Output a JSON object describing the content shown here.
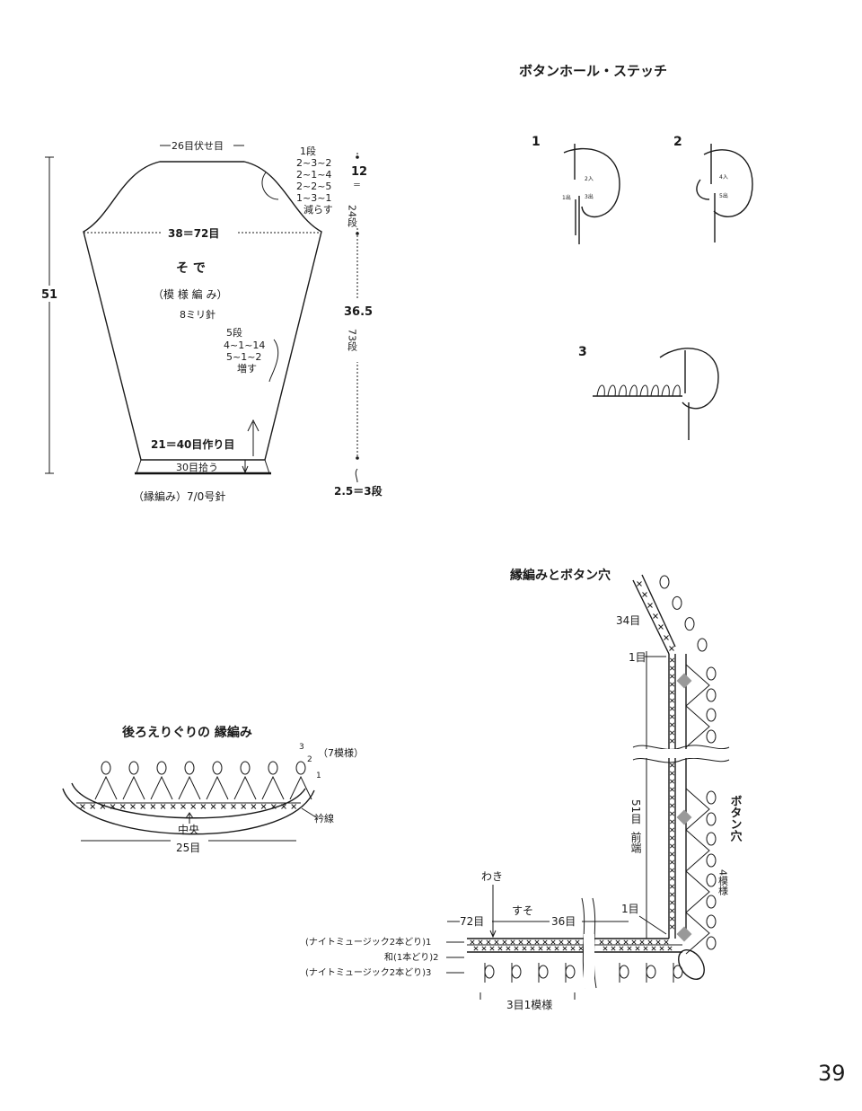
{
  "buttonhole": {
    "title": "ボタンホール・ステッチ",
    "steps": [
      "1",
      "2",
      "3"
    ],
    "s1_in": "2入",
    "s1_out1": "1出",
    "s1_out3": "3出",
    "s2_in": "4入",
    "s2_out": "5出"
  },
  "sleeve": {
    "top_bind": "26目伏せ目",
    "decrease": [
      "1段",
      "2~3~2",
      "2~1~4",
      "2~2~5",
      "1~3~1"
    ],
    "decrease_note": "減らす",
    "width": "38＝72目",
    "name": "そ で",
    "pattern": "（模 様 編 み）",
    "needle": "8ミリ針",
    "increase": [
      "5段",
      "4~1~14",
      "5~1~2"
    ],
    "increase_note": "増す",
    "cast_on": "21＝40目作り目",
    "pick_up": "30目拾う",
    "edging": "（縁編み）7/0号針",
    "height_total": "51",
    "cap_cm": "12",
    "cap_rows": "24段",
    "body_cm": "36.5",
    "body_rows": "73段",
    "edge_label": "2.5＝3段"
  },
  "back_collar": {
    "title": "後ろえりぐりの 縁編み",
    "rows": [
      "3",
      "2",
      "1"
    ],
    "repeat": "（7模様）",
    "center": "中央",
    "count": "25目",
    "edge": "衿線"
  },
  "edge_button": {
    "title": "縁編みとボタン穴",
    "count34": "34目",
    "one_top": "1目",
    "count51": "51目",
    "front": "前端",
    "buttonhole": "ボタン穴",
    "repeat4": "4模様",
    "side": "わき",
    "hem": "すそ",
    "count72": "72目",
    "count36": "36目",
    "one_bottom": "1目",
    "yarn_rows": [
      "(ナイトミュージック2本どり)1",
      "和(1本どり)2",
      "(ナイトミュージック2本どり)3"
    ],
    "repeat3": "3目1模様"
  },
  "page_number": "39"
}
